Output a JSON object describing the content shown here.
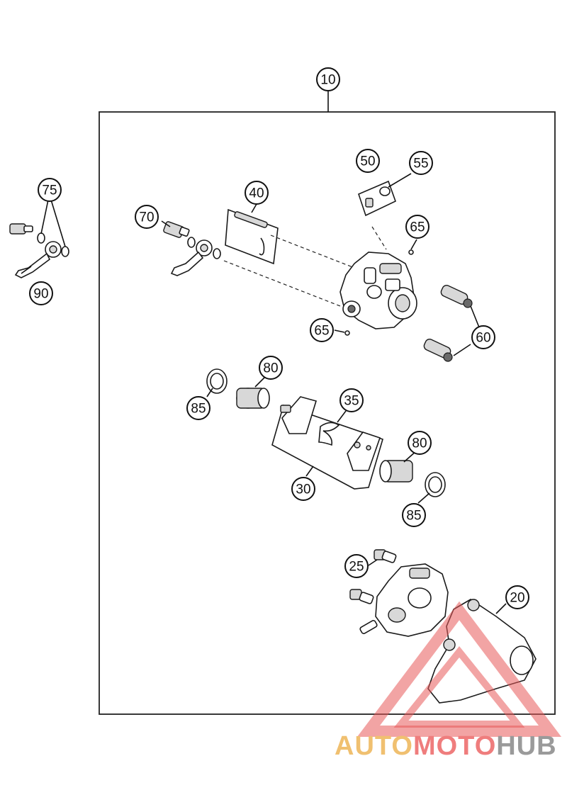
{
  "watermark": {
    "part1": "AUTO",
    "part2": "MOTO",
    "part3": "HUB",
    "color1": "#f0c070",
    "color2": "#ef7d7d",
    "color3": "#9a9a9a",
    "triangle_color": "#e85a5a"
  },
  "callouts": [
    {
      "id": "c10",
      "label": "10"
    },
    {
      "id": "c20",
      "label": "20"
    },
    {
      "id": "c25",
      "label": "25"
    },
    {
      "id": "c30",
      "label": "30"
    },
    {
      "id": "c35",
      "label": "35"
    },
    {
      "id": "c40",
      "label": "40"
    },
    {
      "id": "c50",
      "label": "50"
    },
    {
      "id": "c55",
      "label": "55"
    },
    {
      "id": "c60",
      "label": "60"
    },
    {
      "id": "c65a",
      "label": "65"
    },
    {
      "id": "c65b",
      "label": "65"
    },
    {
      "id": "c70",
      "label": "70"
    },
    {
      "id": "c75",
      "label": "75"
    },
    {
      "id": "c80a",
      "label": "80"
    },
    {
      "id": "c80b",
      "label": "80"
    },
    {
      "id": "c85a",
      "label": "85"
    },
    {
      "id": "c85b",
      "label": "85"
    },
    {
      "id": "c90",
      "label": "90"
    }
  ]
}
